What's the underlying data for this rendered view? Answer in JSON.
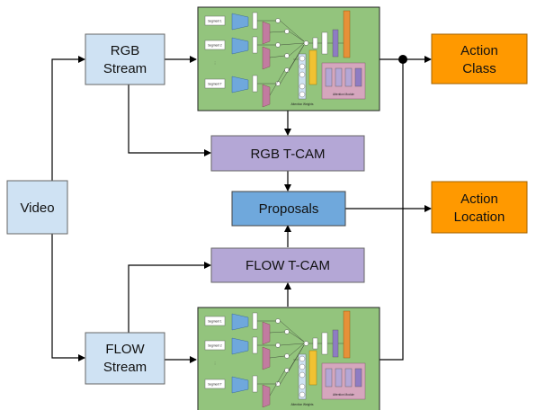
{
  "nodes": {
    "video": "Video",
    "rgb_stream": [
      "RGB",
      "Stream"
    ],
    "flow_stream": [
      "FLOW",
      "Stream"
    ],
    "rgb_tcam": "RGB T-CAM",
    "flow_tcam": "FLOW T-CAM",
    "proposals": "Proposals",
    "action_class": [
      "Action",
      "Class"
    ],
    "action_location": [
      "Action",
      "Location"
    ]
  },
  "network": {
    "segments": [
      "Segment 1",
      "Segment 2",
      "Segment T"
    ],
    "ellipsis": "⋮",
    "attention_weights_label": "Attention Weights",
    "attention_module_label": "Attention Module"
  },
  "colors": {
    "input_box": "#cfe2f3",
    "stream_box": "#cfe2f3",
    "tcam_box": "#b4a7d6",
    "proposals_box": "#6fa8dc",
    "output_box": "#ff9900",
    "network_bg": "#93c47d",
    "edge": "#000000"
  }
}
